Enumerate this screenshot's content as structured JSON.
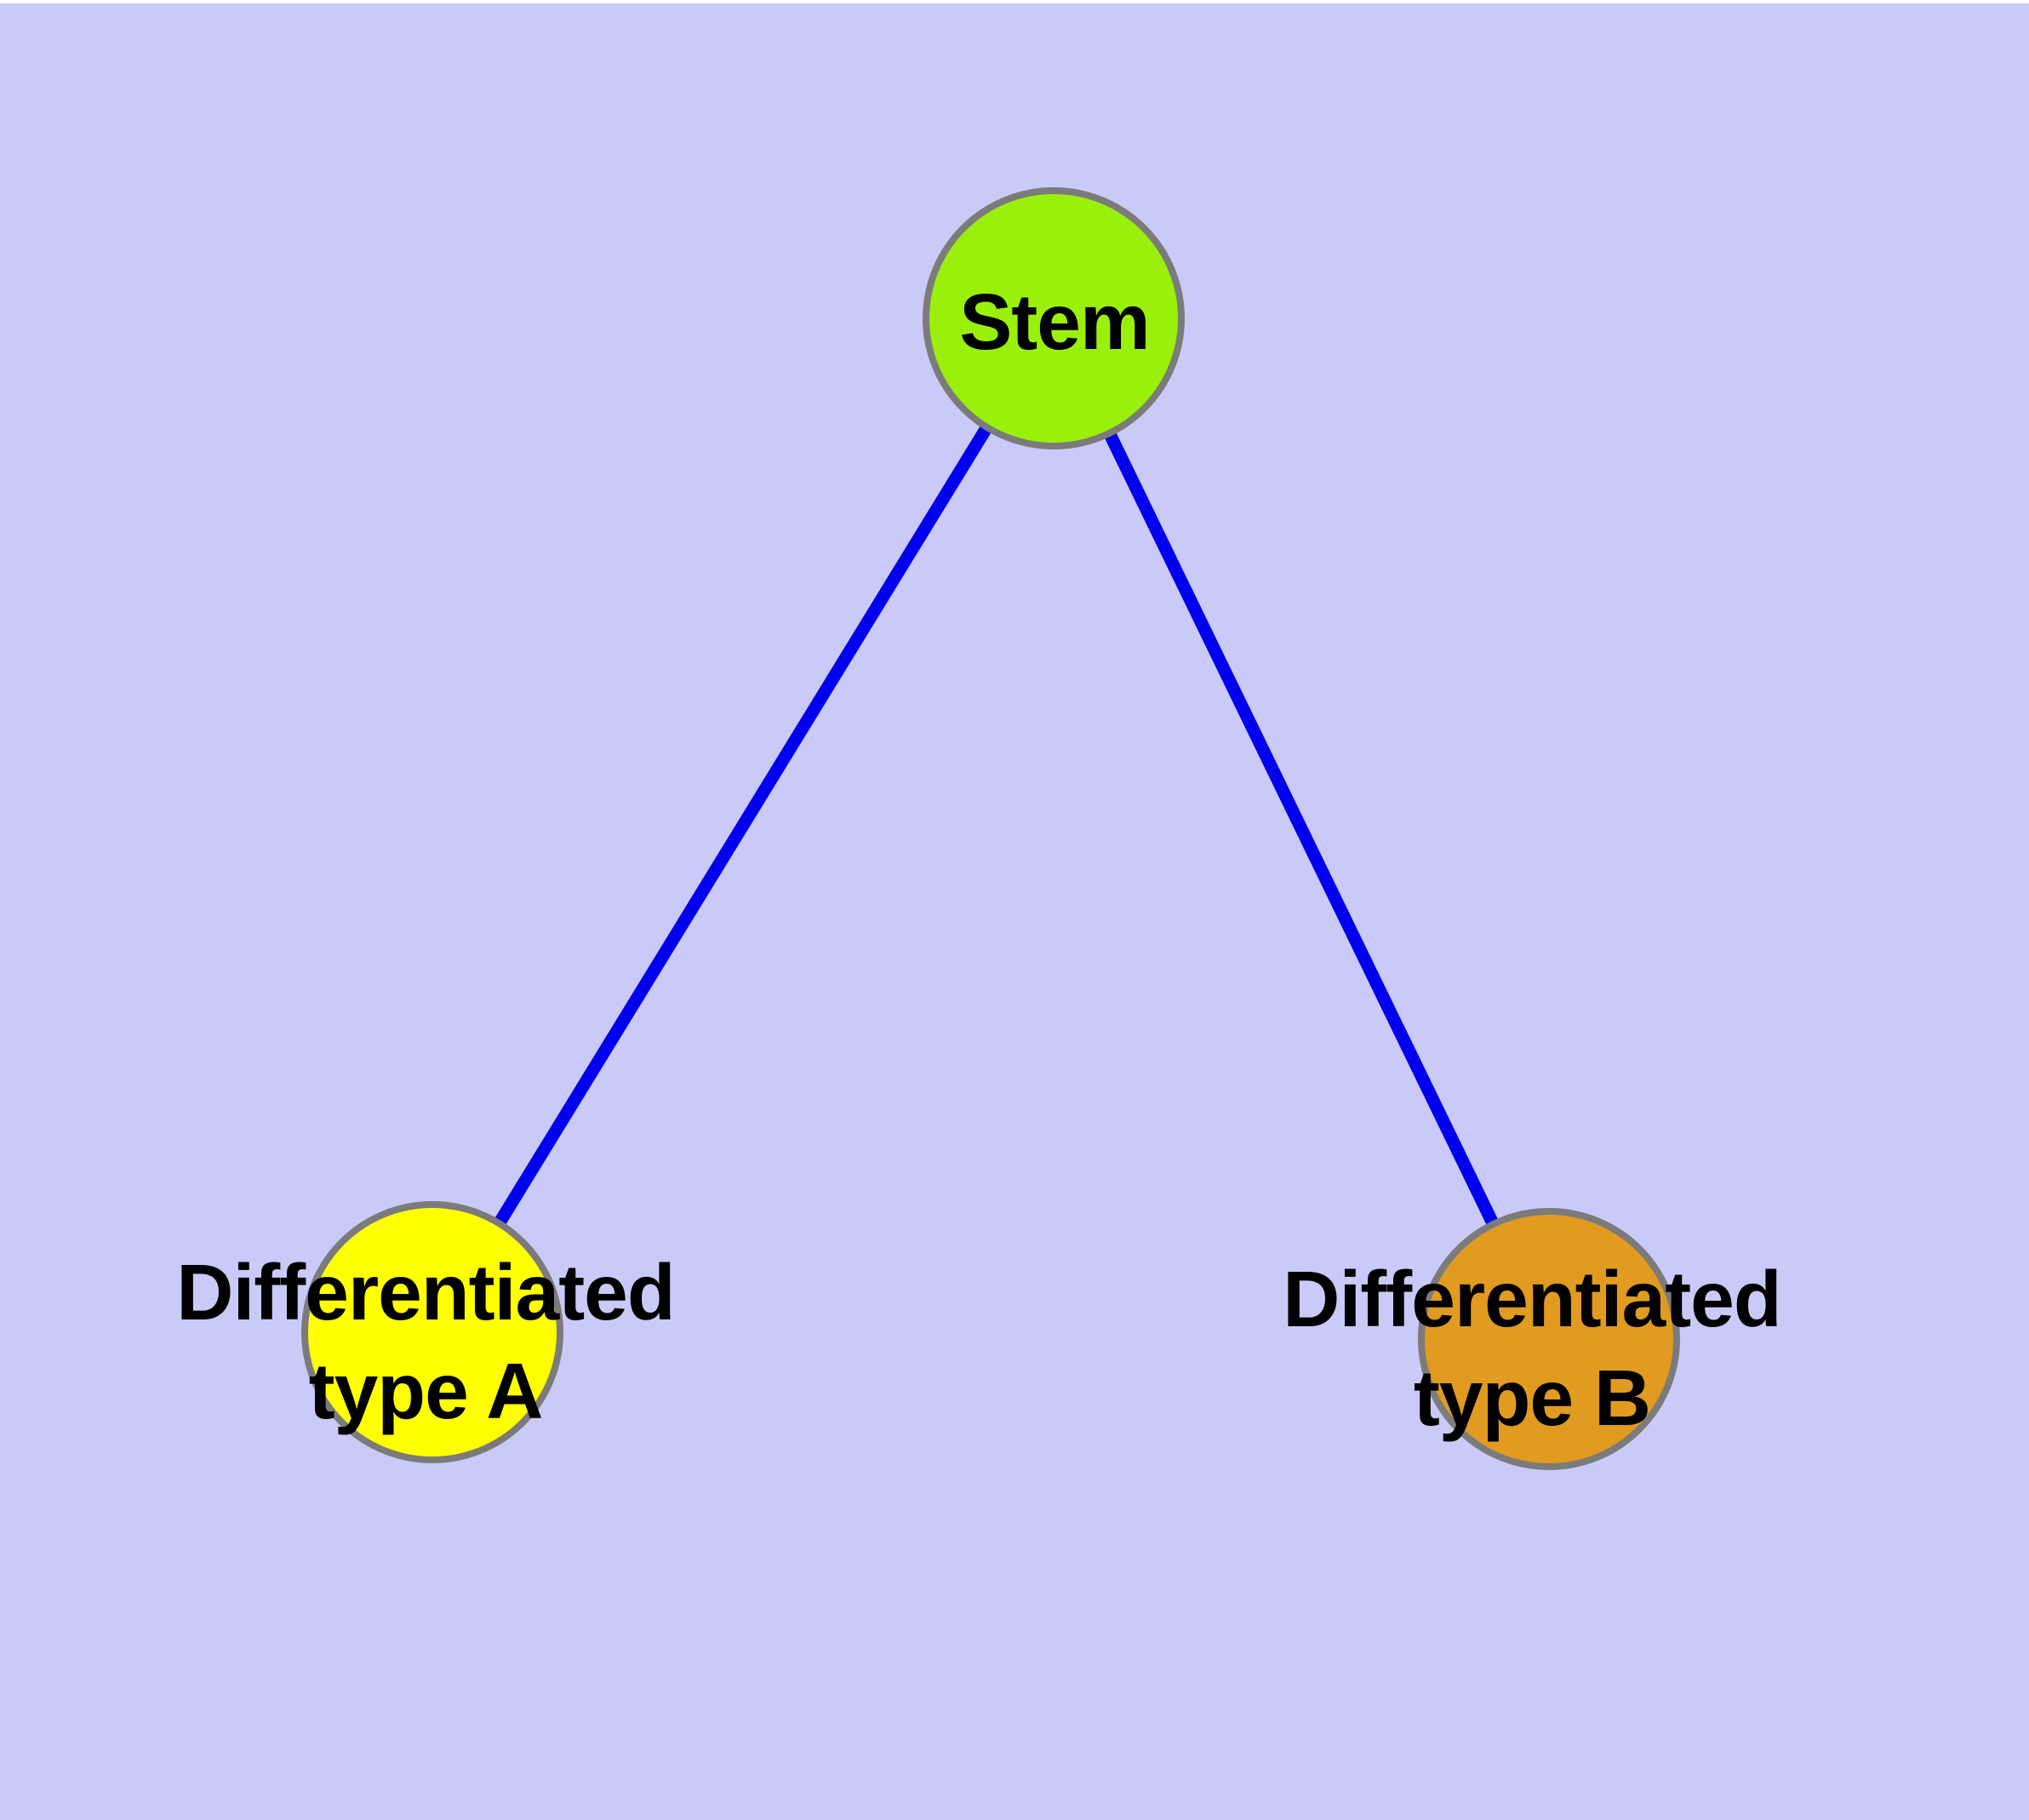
{
  "background": {
    "fill": "#cacaf8",
    "top_strip_fill": "#ffffff"
  },
  "graph": {
    "description": "Tree diagram: a stem cell node branching into two differentiated cell type nodes",
    "node_border_color": "#7b7b7b",
    "edge_color": "#0000ee",
    "label_color": "#000000",
    "nodes": {
      "stem": {
        "label": "Stem",
        "fill": "#9af00a"
      },
      "type_a": {
        "label_line1": "Differentiated",
        "label_line2": "type A",
        "fill": "#ffff00"
      },
      "type_b": {
        "label_line1": "Differentiated",
        "label_line2": "type B",
        "fill": "#e09b20"
      }
    },
    "edges": [
      {
        "from": "stem",
        "to": "type_a"
      },
      {
        "from": "stem",
        "to": "type_b"
      }
    ]
  }
}
